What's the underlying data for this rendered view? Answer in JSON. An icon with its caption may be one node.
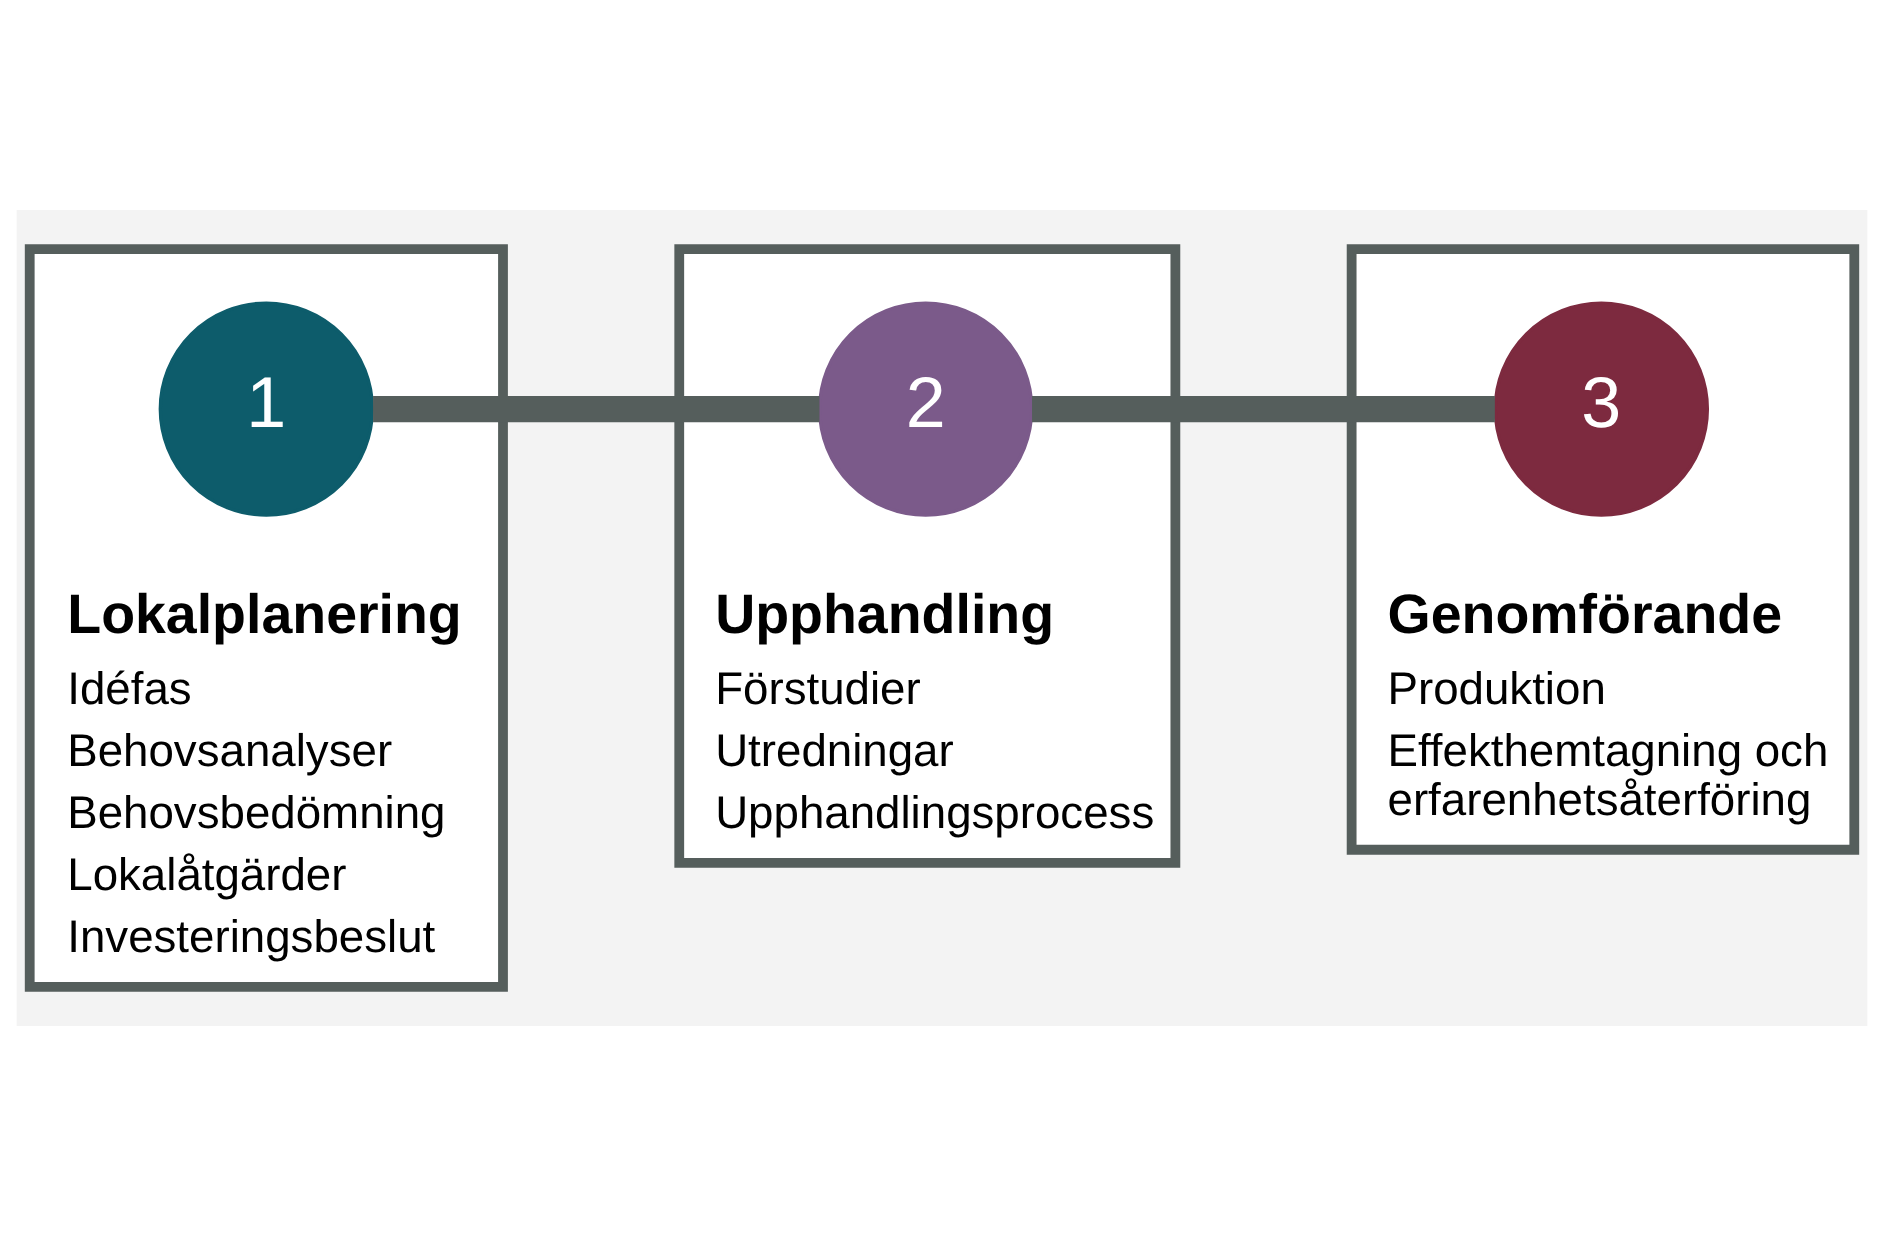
{
  "diagram": {
    "nodes": [
      {
        "text": [
          "Lokalplanering",
          "Idéfas",
          "Behovsanalyser",
          "Behovsbedömning",
          "Lokalåtgärder",
          "Investeringsbeslut"
        ]
      },
      {
        "text": [
          "1"
        ],
        "in": 0
      },
      {
        "text": [
          "Upphandling",
          "Förstudier",
          "Utredningar",
          "Upphandlingsprocess"
        ]
      },
      {
        "text": [
          "2"
        ],
        "in": 2
      },
      {
        "text": [
          "Genomförande",
          "Produktion",
          "Effekthemtagning och erfarenhetsåterföring"
        ]
      },
      {
        "text": [
          "3"
        ],
        "in": 4
      }
    ],
    "edges": [
      {
        "from": 1,
        "to": 3,
        "arrow": "none"
      },
      {
        "from": 3,
        "to": 5,
        "arrow": "none"
      }
    ]
  }
}
